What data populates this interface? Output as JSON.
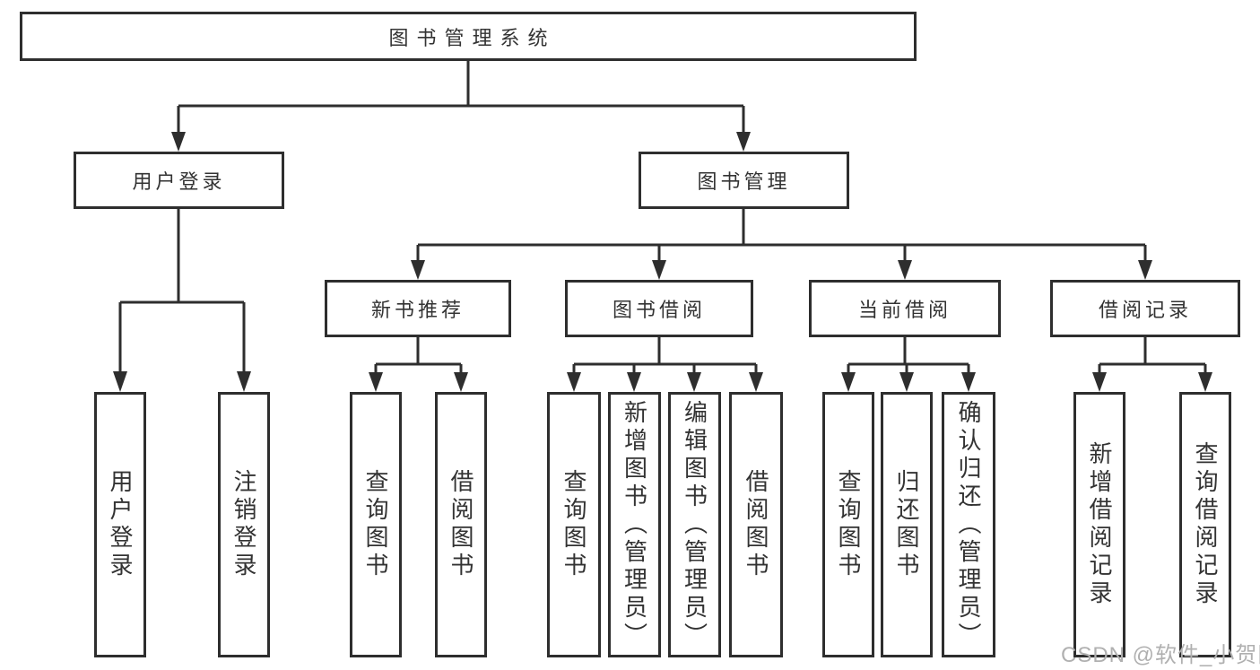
{
  "diagram_title": "图书管理系统",
  "tree": {
    "root": {
      "label": "图书管理系统",
      "children": [
        {
          "label": "用户登录",
          "children": [
            {
              "label": "用户登录"
            },
            {
              "label": "注销登录"
            }
          ]
        },
        {
          "label": "图书管理",
          "children": [
            {
              "label": "新书推荐",
              "children": [
                {
                  "label": "查询图书"
                },
                {
                  "label": "借阅图书"
                }
              ]
            },
            {
              "label": "图书借阅",
              "children": [
                {
                  "label": "查询图书"
                },
                {
                  "label": "新增图书（管理员）"
                },
                {
                  "label": "编辑图书（管理员）"
                },
                {
                  "label": "借阅图书"
                }
              ]
            },
            {
              "label": "当前借阅",
              "children": [
                {
                  "label": "查询图书"
                },
                {
                  "label": "归还图书"
                },
                {
                  "label": "确认归还（管理员）"
                }
              ]
            },
            {
              "label": "借阅记录",
              "children": [
                {
                  "label": "新增借阅记录"
                },
                {
                  "label": "查询借阅记录"
                }
              ]
            }
          ]
        }
      ]
    }
  },
  "watermark": {
    "text": "CSDN @软件_小贺同学"
  },
  "colors": {
    "line": "#2e2e2e",
    "box_border": "#2e2e2e",
    "box_fill": "#ffffff",
    "text": "#333333",
    "background": "#ffffff",
    "watermark": "#b0b0b0"
  }
}
